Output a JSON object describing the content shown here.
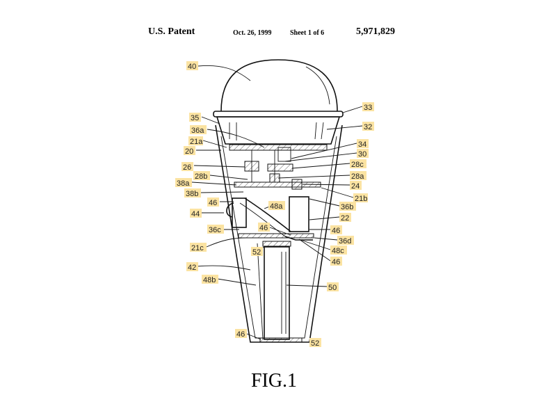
{
  "header": {
    "left": "U.S. Patent",
    "date": "Oct. 26, 1999",
    "sheet": "Sheet 1 of 6",
    "number": "5,971,829"
  },
  "figure": {
    "title": "FIG.1"
  },
  "callouts": {
    "c40": "40",
    "c33": "33",
    "c35": "35",
    "c32": "32",
    "c36a": "36a",
    "c21a": "21a",
    "c34": "34",
    "c20": "20",
    "c30": "30",
    "c28c": "28c",
    "c26": "26",
    "c28a": "28a",
    "c28b": "28b",
    "c24": "24",
    "c38a": "38a",
    "c38b": "38b",
    "c21b": "21b",
    "c46a": "46",
    "c36b": "36b",
    "c48a": "48a",
    "c44": "44",
    "c22": "22",
    "c36c": "36c",
    "c46b": "46",
    "c46c": "46",
    "c36d": "36d",
    "c21c": "21c",
    "c48c": "48c",
    "c52a": "52",
    "c46d": "46",
    "c42": "42",
    "c48b": "48b",
    "c50": "50",
    "c46e": "46",
    "c52b": "52"
  }
}
